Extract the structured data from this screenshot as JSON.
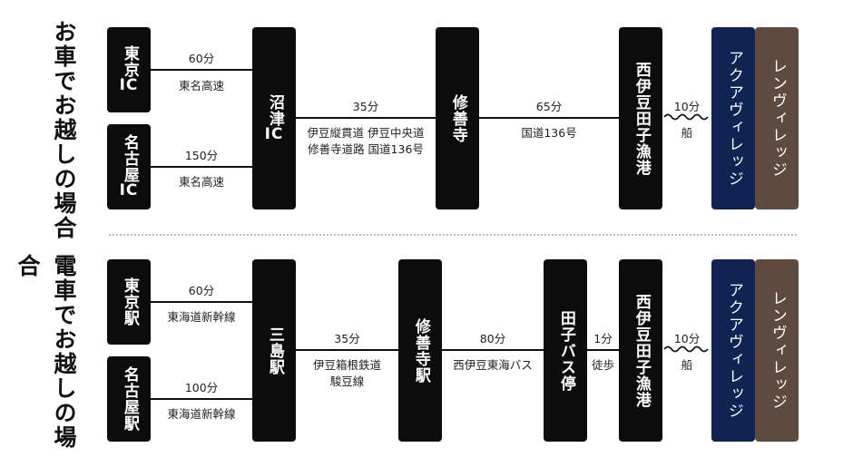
{
  "car": {
    "title": "お車でお越しの場合",
    "tokyo_ic": "東京IC",
    "nagoya_ic": "名古屋IC",
    "numazu_ic": "沼津IC",
    "shuzenji": "修善寺",
    "nishiizu": "西伊豆田子漁港",
    "seg1_time": "60分",
    "seg1_route": "東名高速",
    "seg2_time": "150分",
    "seg2_route": "東名高速",
    "seg3_time": "35分",
    "seg3_route_1": "伊豆縦貫道 伊豆中央道",
    "seg3_route_2": "修善寺道路 国道136号",
    "seg4_time": "65分",
    "seg4_route": "国道136号",
    "boat_time": "10分",
    "boat_label": "船"
  },
  "train": {
    "title": "電車でお越しの場合",
    "tokyo_st": "東京駅",
    "nagoya_st": "名古屋駅",
    "mishima_st": "三島駅",
    "shuzenji_st": "修善寺駅",
    "tago_bus": "田子バス停",
    "nishiizu": "西伊豆田子漁港",
    "seg1_time": "60分",
    "seg1_route": "東海道新幹線",
    "seg2_time": "100分",
    "seg2_route": "東海道新幹線",
    "seg3_time": "35分",
    "seg3_route_1": "伊豆箱根鉄道",
    "seg3_route_2": "駿豆線",
    "seg4_time": "80分",
    "seg4_route": "西伊豆東海バス",
    "walk_time": "1分",
    "walk_label": "徒歩",
    "boat_time": "10分",
    "boat_label": "船"
  },
  "destinations": {
    "aqua": "アクアヴィレッジ",
    "ren": "レンヴィレッジ"
  },
  "colors": {
    "node": "#0c0c0c",
    "aqua": "#0f2452",
    "ren": "#5e4a3f",
    "divider": "#bdbdbd"
  }
}
